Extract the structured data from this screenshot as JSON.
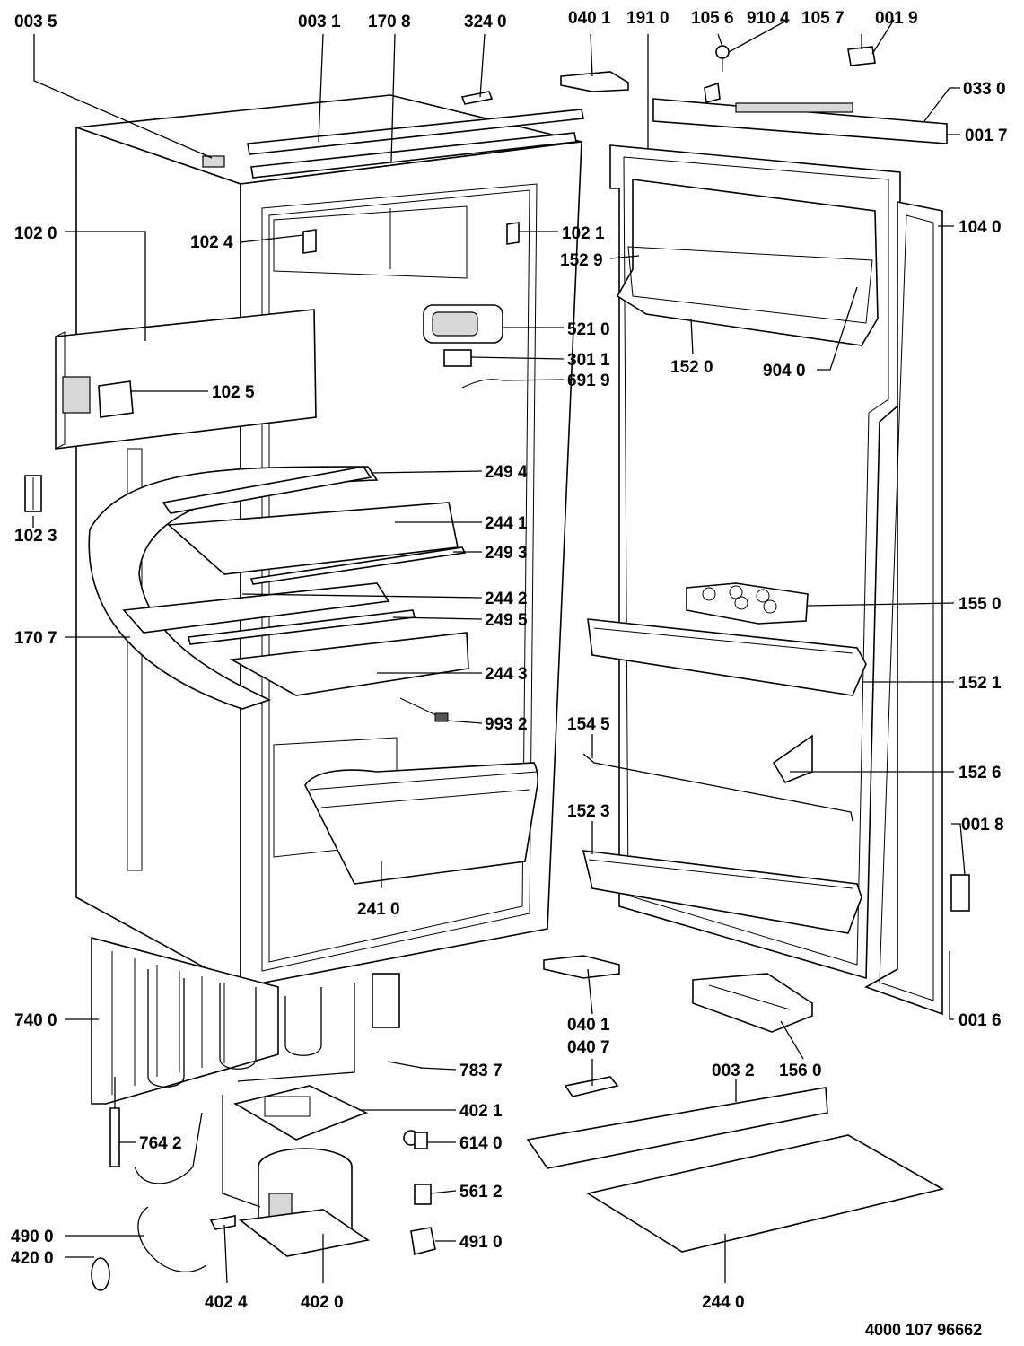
{
  "diagram": {
    "reference_number": "4000 107 96662",
    "labels": {
      "l0035": "003 5",
      "l0031": "003 1",
      "l1708": "170 8",
      "l3240": "324 0",
      "l0401a": "040 1",
      "l1910": "191 0",
      "l1056": "105 6",
      "l9104": "910 4",
      "l1057": "105 7",
      "l0019": "001 9",
      "l0330": "033 0",
      "l0017": "001 7",
      "l1020": "102 0",
      "l1024": "102 4",
      "l1021": "102 1",
      "l1040": "104 0",
      "l1529": "152 9",
      "l5210": "521 0",
      "l1520": "152 0",
      "l9040": "904 0",
      "l3011": "301 1",
      "l6919": "691 9",
      "l1025": "102 5",
      "l2494": "249 4",
      "l1023": "102 3",
      "l2441": "244 1",
      "l2493": "249 3",
      "l2442": "244 2",
      "l1550": "155 0",
      "l2495": "249 5",
      "l1707": "170 7",
      "l2443": "244 3",
      "l1521": "152 1",
      "l9932": "993 2",
      "l1545": "154 5",
      "l1526": "152 6",
      "l1523": "152 3",
      "l0018": "001 8",
      "l2410": "241 0",
      "l7400": "740 0",
      "l0401b": "040 1",
      "l0016": "001 6",
      "l0407": "040 7",
      "l1560": "156 0",
      "l7837": "783 7",
      "l0032": "003 2",
      "l4021": "402 1",
      "l7642": "764 2",
      "l6140": "614 0",
      "l5612": "561 2",
      "l4900": "490 0",
      "l4910": "491 0",
      "l4200": "420 0",
      "l4024": "402 4",
      "l4020": "402 0",
      "l2440": "244 0"
    }
  }
}
